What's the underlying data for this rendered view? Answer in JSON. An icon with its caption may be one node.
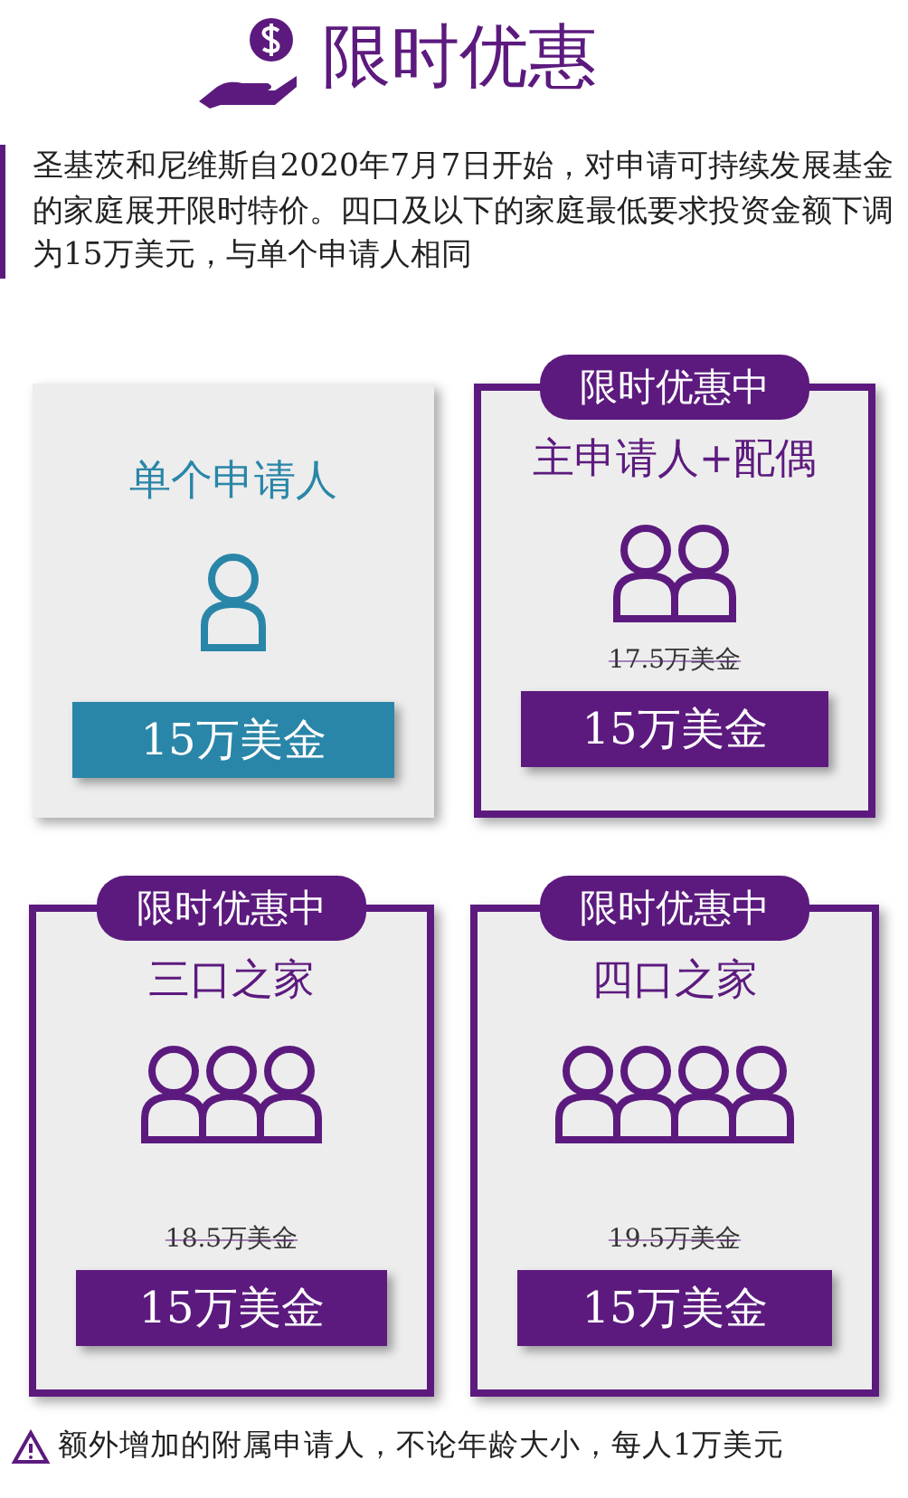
{
  "diagram": {
    "title": "限时优惠",
    "nodes": [
      {
        "text": [
          "单个申请人"
        ]
      },
      {
        "text": [
          "15万美金"
        ],
        "in": 0
      },
      {
        "text": [
          "限时优惠中",
          "主申请人+配偶",
          "17.5万美金"
        ]
      },
      {
        "text": [
          "15万美金"
        ],
        "in": 2
      },
      {
        "text": [
          "限时优惠中",
          "三口之家",
          "18.5万美金"
        ]
      },
      {
        "text": [
          "15万美金"
        ],
        "in": 4
      },
      {
        "text": [
          "限时优惠中",
          "四口之家",
          "19.5万美金"
        ]
      },
      {
        "text": [
          "15万美金"
        ],
        "in": 6
      }
    ],
    "labels": [
      "圣基茨和尼维斯自2020年7月7日开始，对申请可持续发展基金的家庭展开限时特价。四口及以下的家庭最低要求投资金额下调为15万美元，与单个申请人相同",
      "额外增加的附属申请人，不论年龄大小，每人1万美元"
    ]
  }
}
